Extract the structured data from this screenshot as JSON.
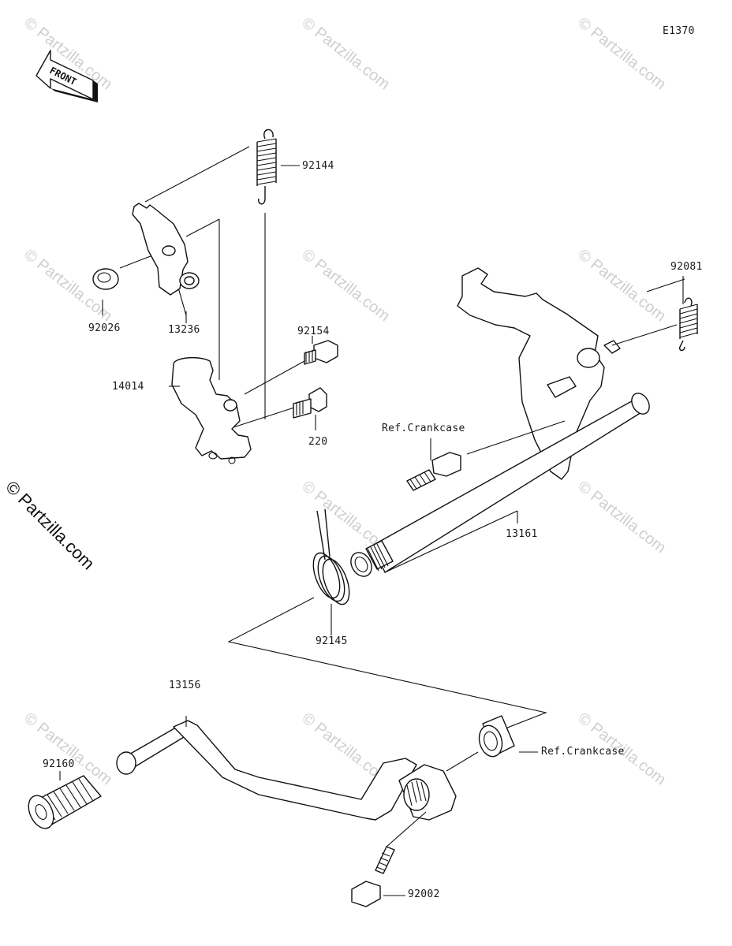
{
  "diagram": {
    "code": "E1370",
    "front_label": "FRONT",
    "credit": "© Partzilla.com",
    "watermark": "© Partzilla.com"
  },
  "parts": [
    {
      "id": "92144"
    },
    {
      "id": "92026"
    },
    {
      "id": "13236"
    },
    {
      "id": "92154"
    },
    {
      "id": "14014"
    },
    {
      "id": "220"
    },
    {
      "id": "92081"
    },
    {
      "id": "13161"
    },
    {
      "id": "92145"
    },
    {
      "id": "13156"
    },
    {
      "id": "92160"
    },
    {
      "id": "92002"
    }
  ],
  "references": [
    {
      "text": "Ref.Crankcase"
    },
    {
      "text": "Ref.Crankcase"
    }
  ]
}
